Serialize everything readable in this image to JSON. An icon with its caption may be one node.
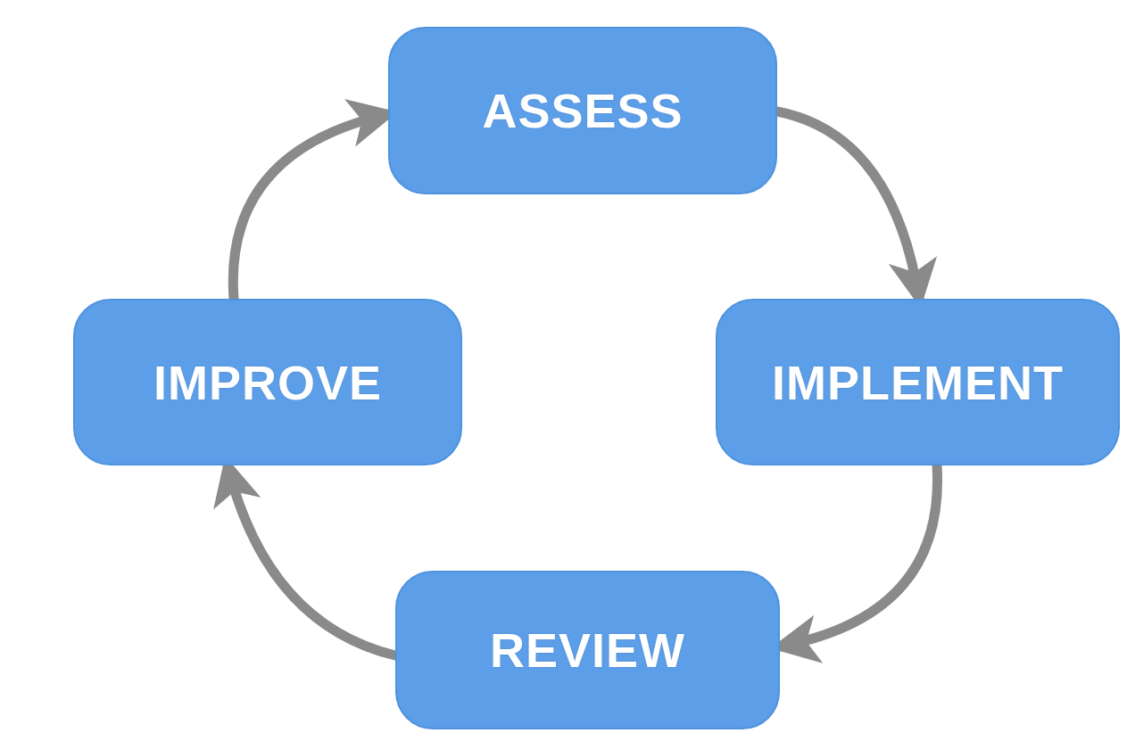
{
  "diagram": {
    "nodes": [
      {
        "text": [
          "ASSESS"
        ]
      },
      {
        "text": [
          "IMPLEMENT"
        ]
      },
      {
        "text": [
          "REVIEW"
        ]
      },
      {
        "text": [
          "IMPROVE"
        ]
      }
    ],
    "edges": [
      {
        "from": 0,
        "to": 1,
        "arrow": "to"
      },
      {
        "from": 1,
        "to": 2,
        "arrow": "to"
      },
      {
        "from": 2,
        "to": 3,
        "arrow": "to"
      },
      {
        "from": 3,
        "to": 0,
        "arrow": "to"
      }
    ]
  }
}
